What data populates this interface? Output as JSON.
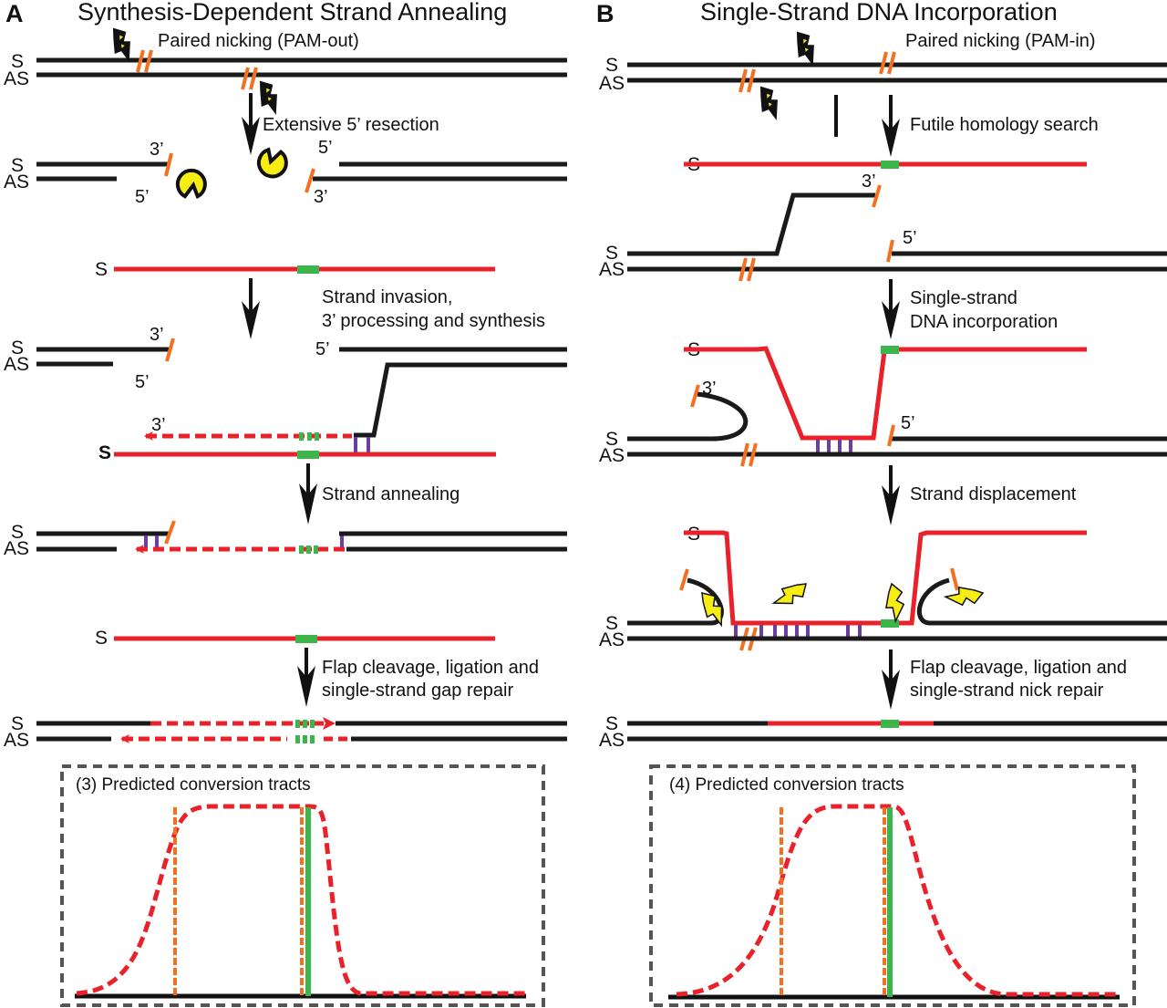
{
  "colors": {
    "dna": "#1a1a1a",
    "donor": "#e8212a",
    "marker": "#3cb54a",
    "nick": "#f37021",
    "basepair": "#6a3fa0",
    "nuclease": "#f7ec13",
    "box_border": "#555555"
  },
  "panel_a": {
    "letter": "A",
    "title": "Synthesis-Dependent Strand Annealing",
    "steps": [
      {
        "label": "Paired nicking (PAM-out)"
      },
      {
        "label": "Extensive 5’ resection"
      },
      {
        "label_line1": "Strand invasion,",
        "label_line2": "3’ processing and synthesis"
      },
      {
        "label": "Strand annealing"
      },
      {
        "label_line1": "Flap cleavage, ligation and",
        "label_line2": "single-strand gap repair"
      }
    ],
    "box_title": "(3)  Predicted conversion tracts"
  },
  "panel_b": {
    "letter": "B",
    "title": "Single-Strand DNA Incorporation",
    "steps": [
      {
        "label": "Paired nicking (PAM-in)"
      },
      {
        "label": "Futile homology search"
      },
      {
        "label_line1": "Single-strand",
        "label_line2": "DNA incorporation"
      },
      {
        "label": "Strand displacement"
      },
      {
        "label_line1": "Flap cleavage, ligation and",
        "label_line2": "single-strand nick repair"
      }
    ],
    "box_title": "(4)  Predicted conversion tracts"
  },
  "strand_labels": {
    "sense": "S",
    "antisense": "AS"
  },
  "end_labels": {
    "three": "3’",
    "five": "5’"
  }
}
